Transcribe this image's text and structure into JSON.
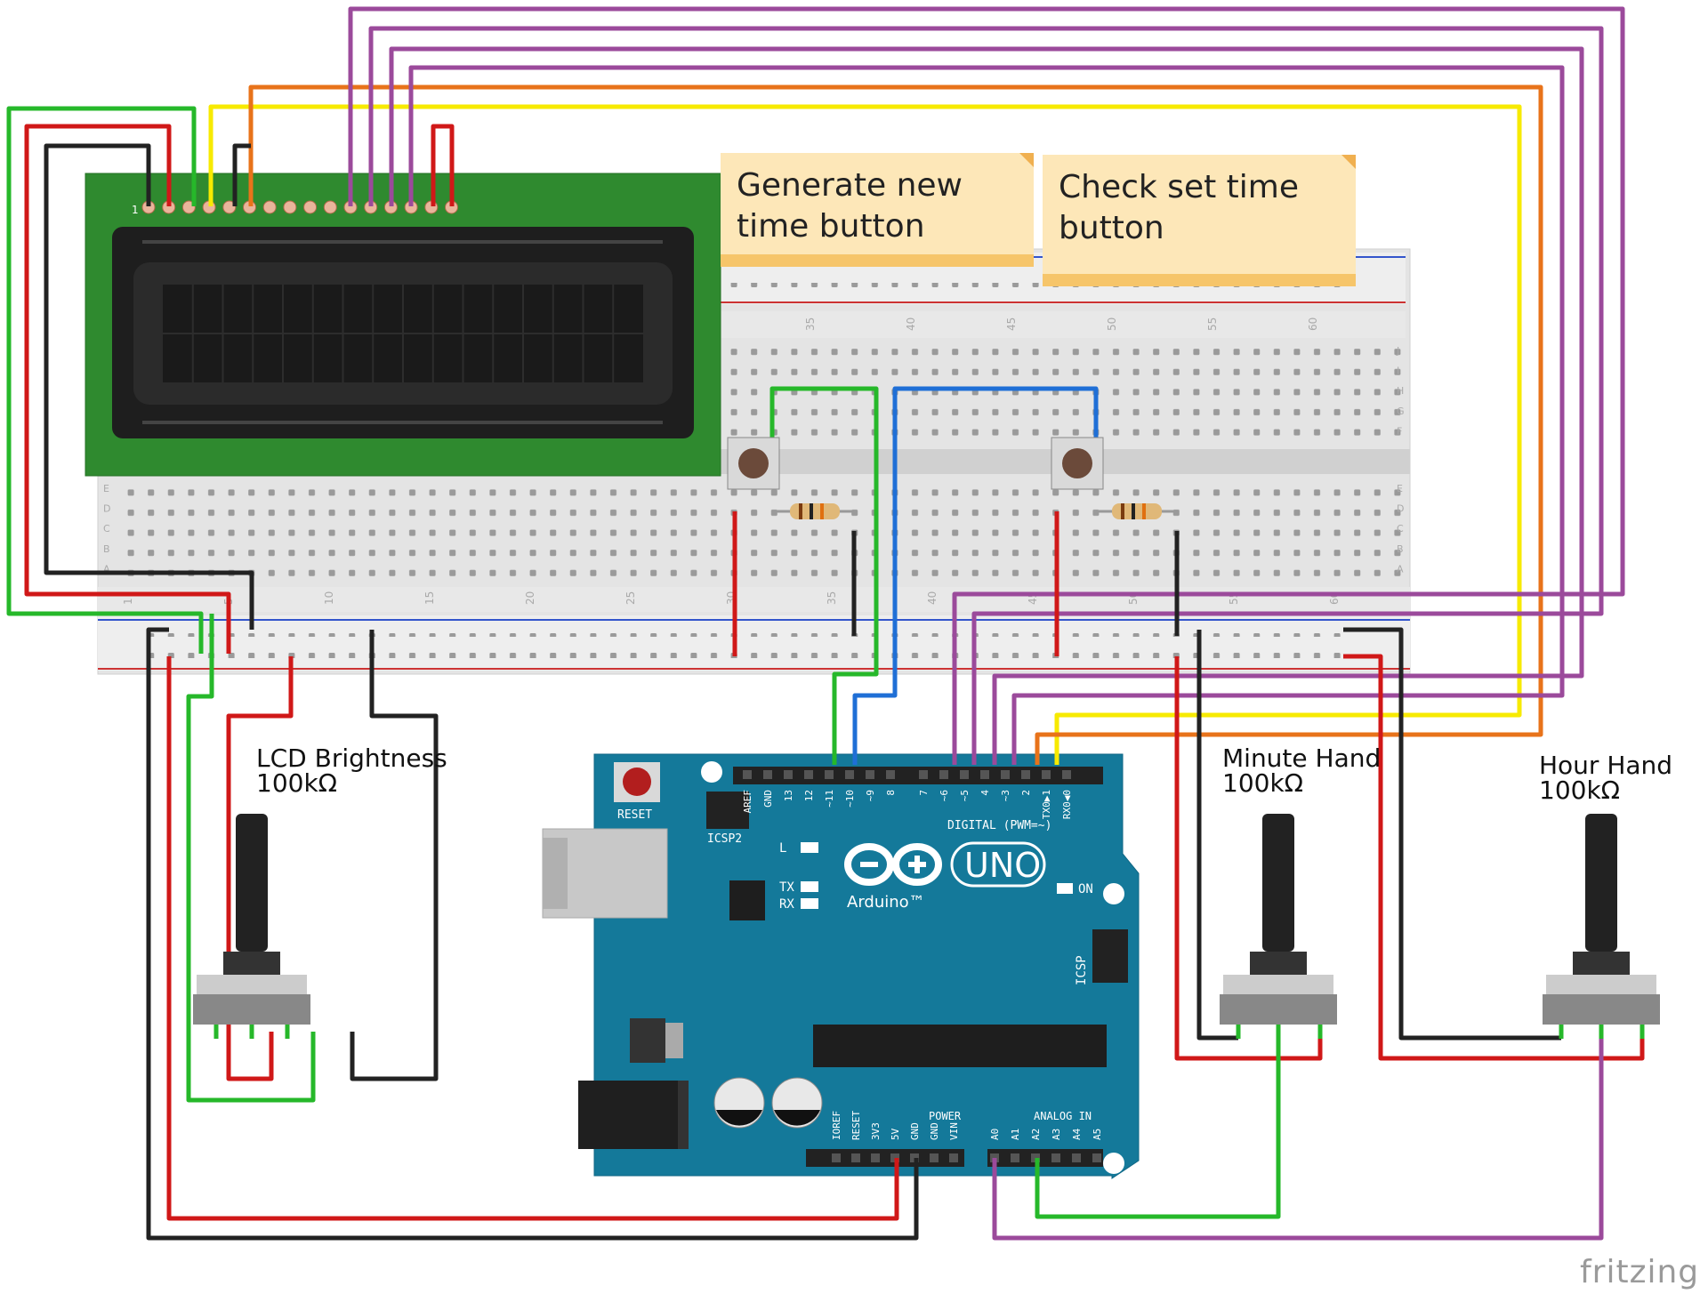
{
  "notes": {
    "generate": "Generate new\ntime button",
    "check": "Check set time\nbutton"
  },
  "pots": [
    {
      "name": "LCD Brightness",
      "value": "100kΩ"
    },
    {
      "name": "Minute Hand",
      "value": "100kΩ"
    },
    {
      "name": "Hour Hand",
      "value": "100kΩ"
    }
  ],
  "lcd": {
    "pin1_label": "1"
  },
  "breadboard": {
    "top_numbers": [
      "35",
      "40",
      "45",
      "50",
      "55",
      "60"
    ],
    "bottom_numbers": [
      "1",
      "5",
      "10",
      "15",
      "20",
      "25",
      "30",
      "35",
      "40",
      "45",
      "50",
      "55",
      "60"
    ],
    "top_row_letters": [
      "J",
      "I",
      "H",
      "G",
      "F"
    ],
    "bottom_row_letters": [
      "E",
      "D",
      "C",
      "B",
      "A"
    ]
  },
  "arduino": {
    "reset_label": "RESET",
    "icsp2_label": "ICSP2",
    "icsp_label": "ICSP",
    "digital_label": "DIGITAL (PWM=~)",
    "digital_pins": [
      "AREF",
      "GND",
      "13",
      "12",
      "~11",
      "~10",
      "~9",
      "8",
      "7",
      "~6",
      "~5",
      "4",
      "~3",
      "2",
      "TX0▶1",
      "RX0◀0"
    ],
    "led_labels": [
      "L",
      "TX",
      "RX"
    ],
    "on_label": "ON",
    "uno_label": "UNO",
    "brand": "Arduino™",
    "power_label": "POWER",
    "power_pins": [
      "IOREF",
      "RESET",
      "3V3",
      "5V",
      "GND",
      "GND",
      "VIN"
    ],
    "analog_label": "ANALOG IN",
    "analog_pins": [
      "A0",
      "A1",
      "A2",
      "A3",
      "A4",
      "A5"
    ]
  },
  "watermark": "fritzing",
  "colors": {
    "red": "#d01818",
    "black": "#222222",
    "green": "#26b82a",
    "yellow": "#f7ea00",
    "orange": "#e8731a",
    "purple": "#9b4a9b",
    "blue": "#1f6fd6",
    "arduino_board": "#14799a",
    "lcd_pcb": "#2f8a2f"
  }
}
